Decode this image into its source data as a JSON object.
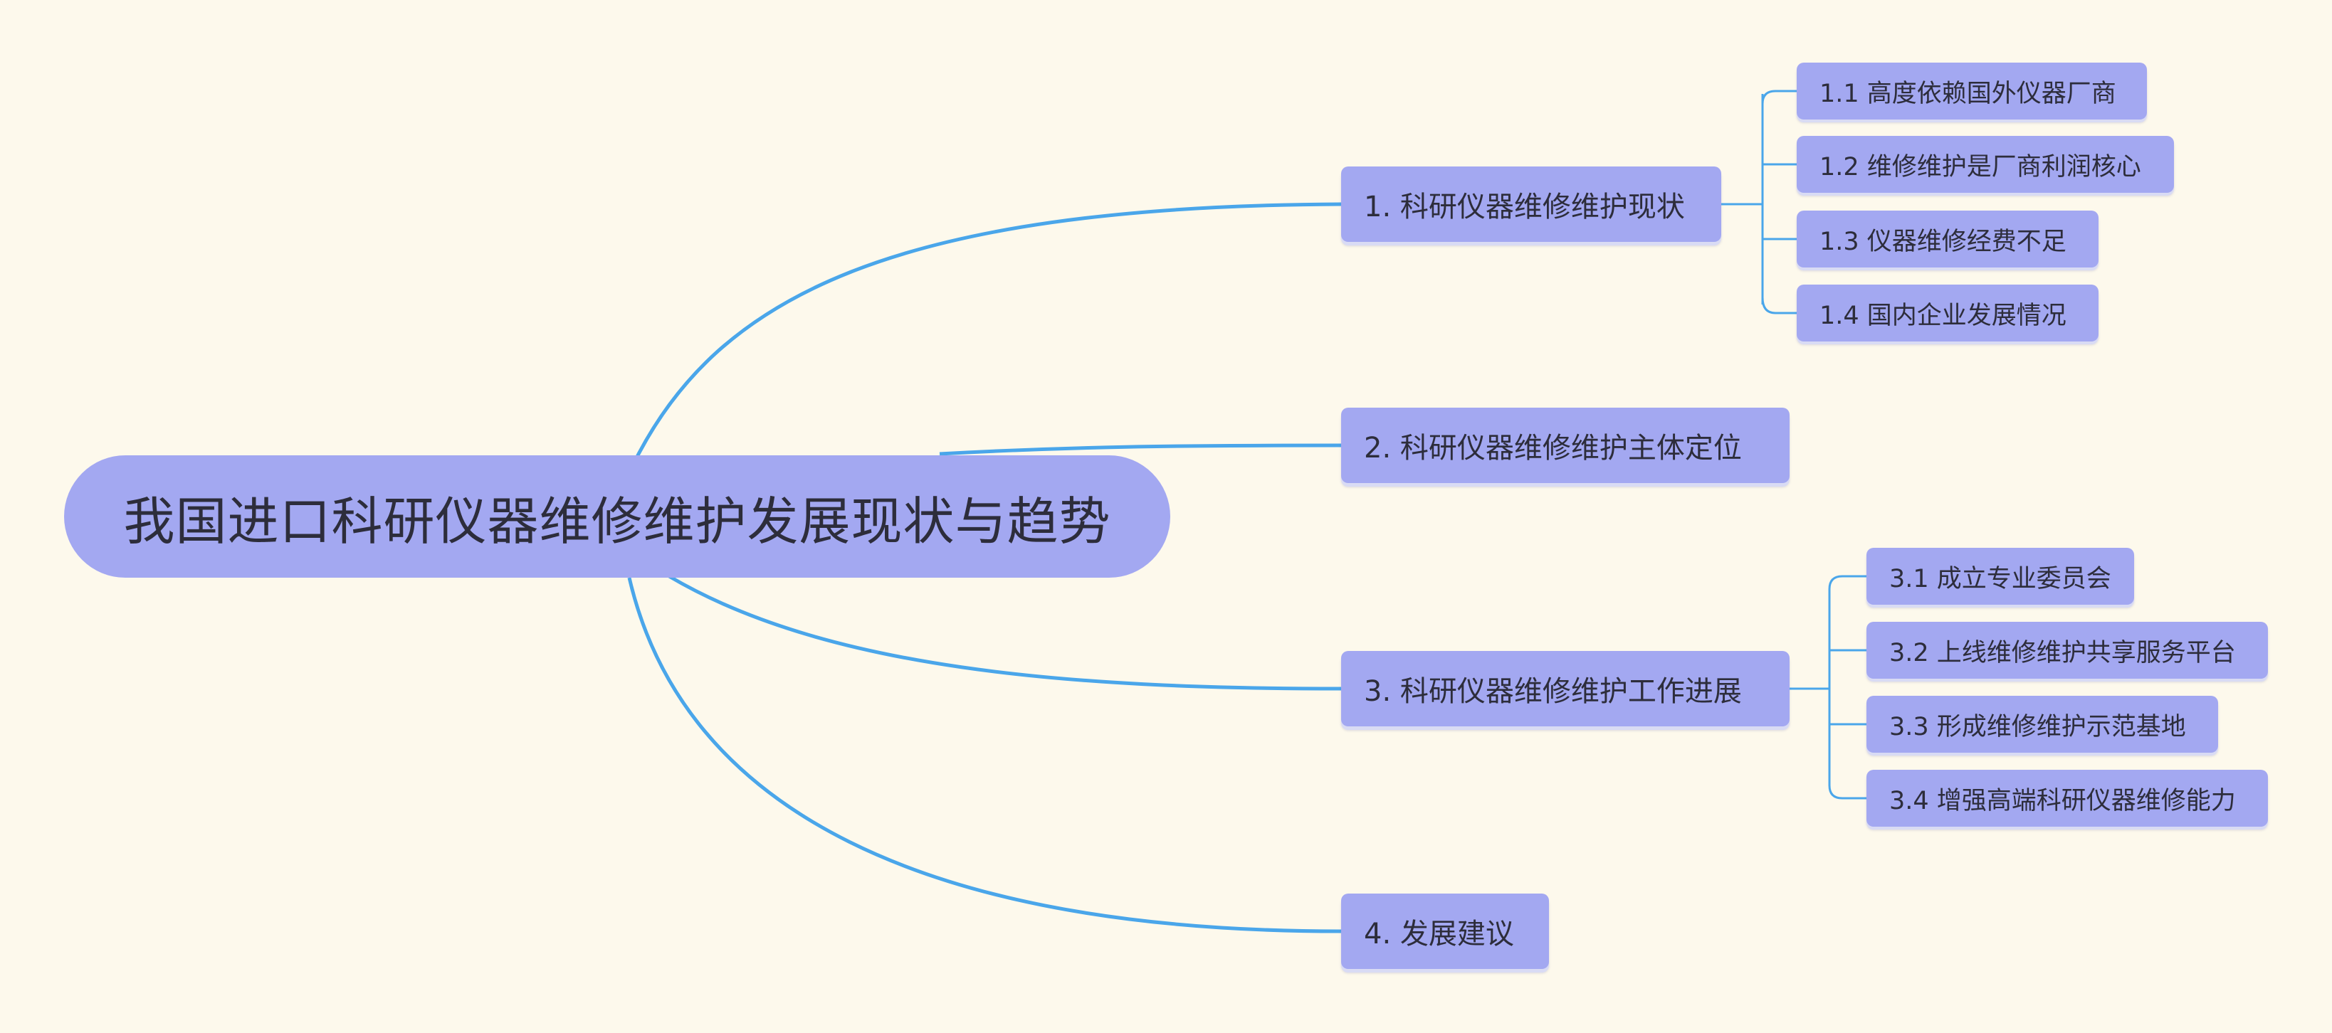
{
  "root": {
    "label": "我国进口科研仪器维修维护发展现状与趋势"
  },
  "branches": [
    {
      "label": "1. 科研仪器维修维护现状",
      "children": [
        "1.1  高度依赖国外仪器厂商",
        "1.2  维修维护是厂商利润核心",
        "1.3  仪器维修经费不足",
        "1.4  国内企业发展情况"
      ]
    },
    {
      "label": "2.  科研仪器维修维护主体定位",
      "children": []
    },
    {
      "label": "3.  科研仪器维修维护工作进展",
      "children": [
        "3.1 成立专业委员会",
        "3.2  上线维修维护共享服务平台",
        "3.3  形成维修维护示范基地",
        "3.4  增强高端科研仪器维修能力"
      ]
    },
    {
      "label": "4.  发展建议",
      "children": []
    }
  ],
  "colors": {
    "background": "#fdf9ec",
    "node_fill": "#a3a8f1",
    "connector": "#4aa6ea",
    "text": "#2d2d3b"
  }
}
